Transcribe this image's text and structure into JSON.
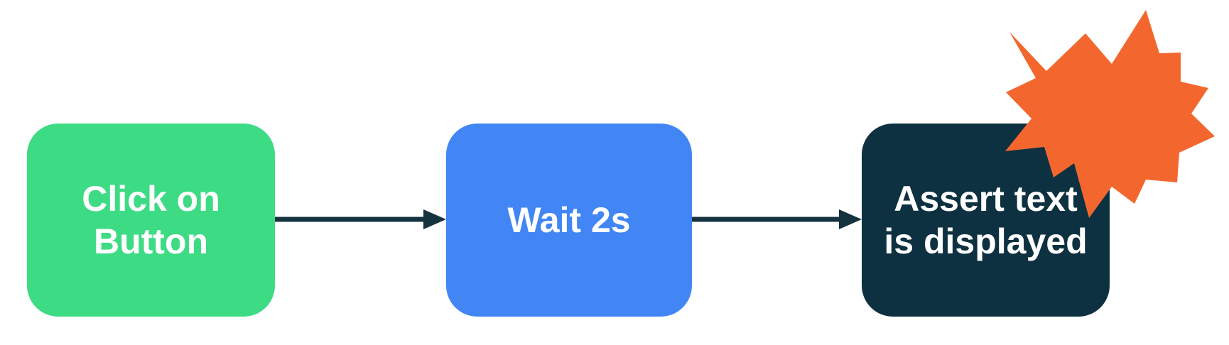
{
  "diagram": {
    "type": "flowchart",
    "direction": "left-to-right",
    "background_color": "#FFFFFF",
    "arrow_color": "#15323F",
    "nodes": [
      {
        "id": "step-1",
        "label": "Click on\nButton",
        "label_flat": "Click on Button",
        "color": "#3EDB85",
        "text_color": "#FFFFFF"
      },
      {
        "id": "step-2",
        "label": "Wait 2s",
        "label_flat": "Wait 2s",
        "color": "#4285F4",
        "text_color": "#FFFFFF"
      },
      {
        "id": "step-3",
        "label": "Assert text\nis displayed",
        "label_flat": "Assert text is displayed",
        "color": "#0D3140",
        "text_color": "#FFFFFF"
      }
    ],
    "connectors": [
      {
        "from": "step-1",
        "to": "step-2"
      },
      {
        "from": "step-2",
        "to": "step-3"
      }
    ],
    "decorations": {
      "starburst": {
        "name": "explosion-starburst",
        "color": "#F3672E"
      }
    }
  }
}
